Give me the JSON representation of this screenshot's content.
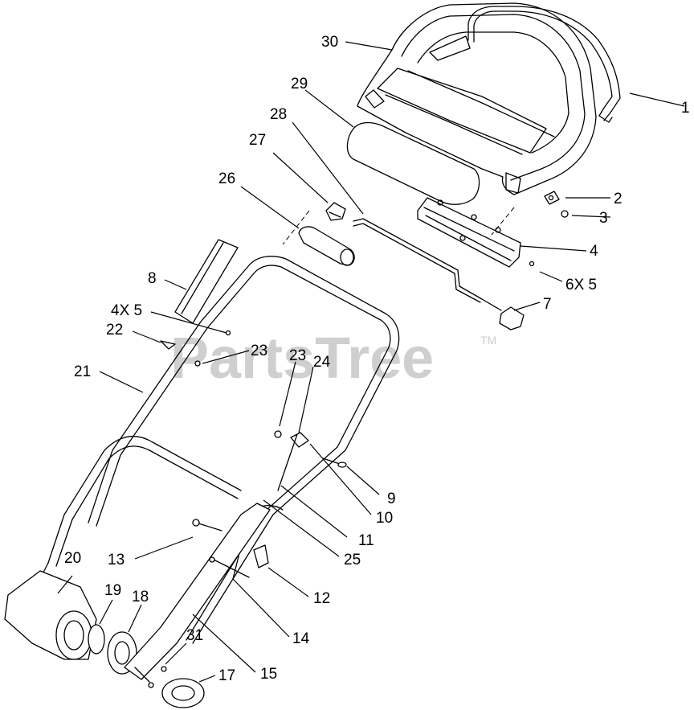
{
  "watermark": {
    "text": "PartsTree",
    "trademark": "TM"
  },
  "callouts": [
    "30",
    "29",
    "28",
    "27",
    "26",
    "8",
    "4X 5",
    "22",
    "23",
    "21",
    "23",
    "24",
    "1",
    "2",
    "3",
    "4",
    "6X 5",
    "7",
    "9",
    "10",
    "11",
    "25",
    "13",
    "12",
    "14",
    "20",
    "19",
    "18",
    "31",
    "17",
    "15"
  ]
}
